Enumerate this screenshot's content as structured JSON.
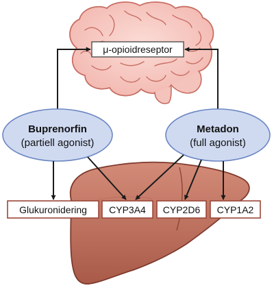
{
  "diagram": {
    "receptor": "μ-opioidreseptor",
    "drugs": [
      {
        "name": "Buprenorfin",
        "type": "(partiell agonist)"
      },
      {
        "name": "Metadon",
        "type": "(full agonist)"
      }
    ],
    "pathways": [
      "Glukuronidering",
      "CYP3A4",
      "CYP2D6",
      "CYP1A2"
    ],
    "colors": {
      "brain_fill": "#f6c9c3",
      "brain_stroke": "#c86e64",
      "liver_fill": "#c67a66",
      "liver_stroke": "#7e3a2c",
      "drug_fill": "#cfdaf1",
      "drug_stroke": "#6c86c2",
      "pathway_box_stroke": "#9a4638"
    }
  }
}
